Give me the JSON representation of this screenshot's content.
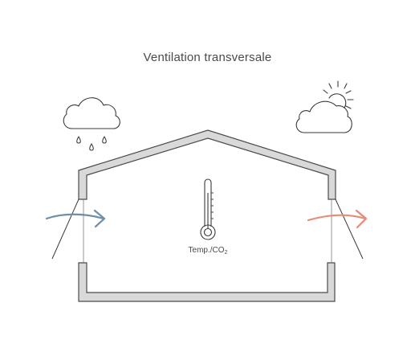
{
  "title": "Ventilation transversale",
  "sensor_label": {
    "main": "Temp./CO",
    "sub": "2"
  },
  "icons": {
    "left_weather": "cloud-rain-icon",
    "right_weather": "sun-cloud-icon",
    "sensor": "thermometer-icon"
  },
  "colors": {
    "inflow_arrow": "#6f8fa8",
    "outflow_arrow": "#e88b76",
    "structure_fill": "#d9d9d9",
    "line": "#4a4a4a"
  }
}
